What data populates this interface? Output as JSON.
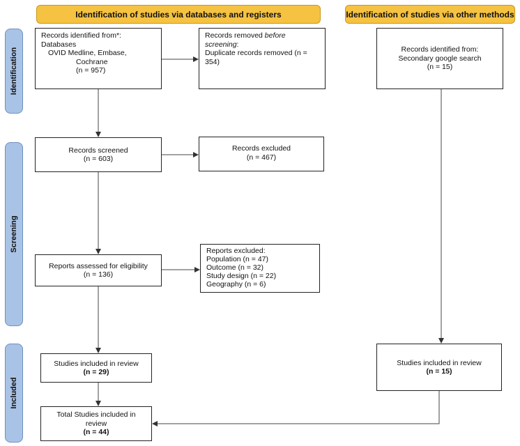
{
  "headers": {
    "databases": "Identification of studies via databases and registers",
    "other": "Identification of studies via other methods"
  },
  "stages": {
    "identification": "Identification",
    "screening": "Screening",
    "included": "Included"
  },
  "boxes": {
    "identified": {
      "line1": "Records identified from*:",
      "line2": "Databases",
      "line3": "OVID Medline, Embase,",
      "line4": "Cochrane",
      "line5": "(n = 957)"
    },
    "removed": {
      "prefix": "Records removed ",
      "italic1": "before",
      "italic2": "screening",
      "suffix": ":",
      "line3": "Duplicate records removed  (n =",
      "line4": "354)"
    },
    "screened": {
      "line1": "Records screened",
      "line2": "(n = 603)"
    },
    "excluded": {
      "line1": "Records excluded",
      "line2": "(n = 467)"
    },
    "assessed": {
      "line1": "Reports assessed for eligibility",
      "line2": "(n = 136)"
    },
    "reports_excluded": {
      "title": "Reports excluded:",
      "items": [
        "Population (n = 47)",
        "Outcome (n = 32)",
        "Study design (n = 22)",
        "Geography (n = 6)"
      ]
    },
    "included_db": {
      "line1": "Studies included in review",
      "line2": "(n = 29)"
    },
    "total": {
      "line1": "Total Studies included in",
      "line2": "review",
      "line3": "(n = 44)"
    },
    "other_identified": {
      "line1": "Records identified from:",
      "line2": "Secondary google search",
      "line3": "(n = 15)"
    },
    "included_other": {
      "line1": "Studies included in review",
      "line2": "(n = 15)"
    }
  }
}
